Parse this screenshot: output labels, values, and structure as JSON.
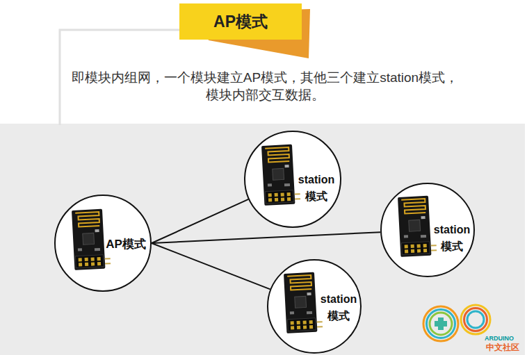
{
  "diagram": {
    "title": "AP模式",
    "nodes": [
      {
        "text": [
          "AP模式"
        ]
      },
      {
        "text": [
          "station 模式"
        ]
      },
      {
        "text": [
          "station 模式"
        ]
      },
      {
        "text": [
          "station 模式"
        ]
      }
    ],
    "edges": [
      {
        "from": 0,
        "to": 1,
        "arrow": "none"
      },
      {
        "from": 0,
        "to": 2,
        "arrow": "none"
      },
      {
        "from": 0,
        "to": 3,
        "arrow": "none"
      }
    ],
    "labels": [
      "即模块内组网，一个模块建立AP模式，其他三个建立station模式， 模块内部交互数据。",
      "ARDUINO",
      "中文社区"
    ]
  }
}
